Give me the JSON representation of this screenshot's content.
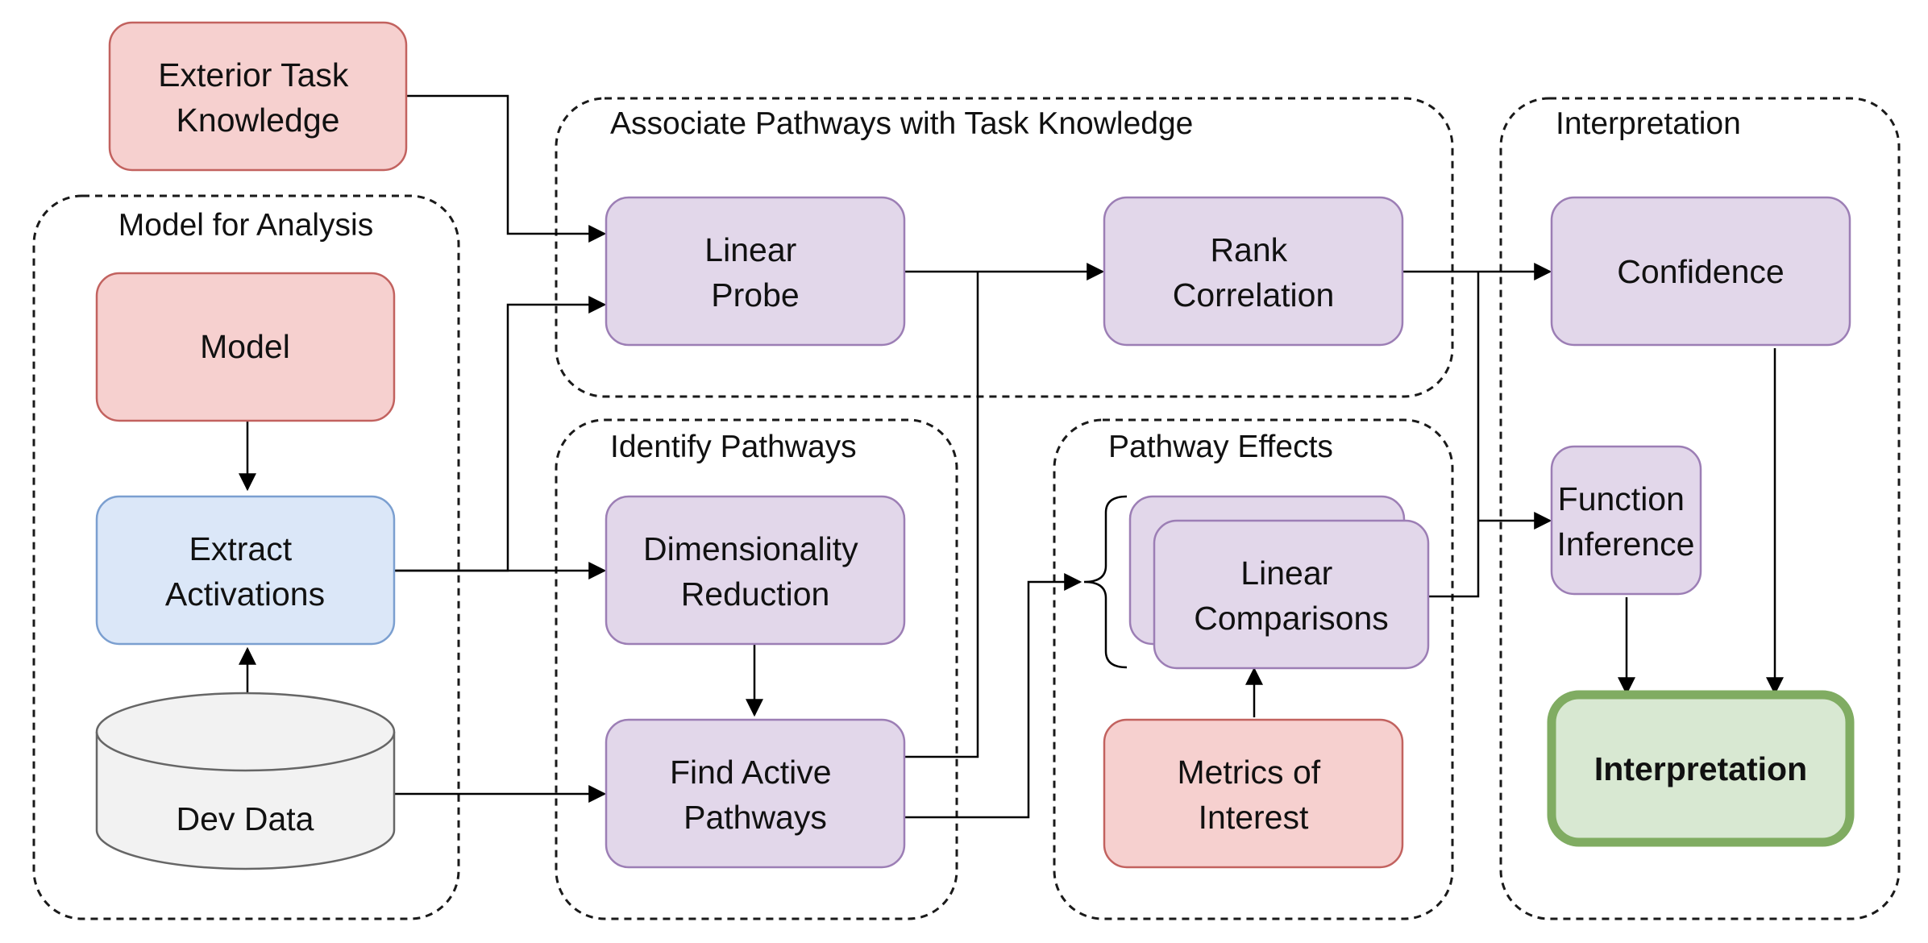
{
  "groups": {
    "model_for_analysis": "Model for Analysis",
    "associate": "Associate Pathways with Task Knowledge",
    "identify": "Identify Pathways",
    "effects": "Pathway Effects",
    "interpretation": "Interpretation"
  },
  "nodes": {
    "exterior_task_knowledge": [
      "Exterior Task",
      "Knowledge"
    ],
    "model": [
      "Model"
    ],
    "extract_activations": [
      "Extract",
      "Activations"
    ],
    "dev_data": [
      "Dev Data"
    ],
    "linear_probe": [
      "Linear",
      "Probe"
    ],
    "rank_correlation": [
      "Rank",
      "Correlation"
    ],
    "dimensionality_reduction": [
      "Dimensionality",
      "Reduction"
    ],
    "find_active_pathways": [
      "Find Active",
      "Pathways"
    ],
    "linear_comparisons": [
      "Linear",
      "Comparisons"
    ],
    "metrics_of_interest": [
      "Metrics of",
      "Interest"
    ],
    "confidence": [
      "Confidence"
    ],
    "function_inference": [
      "Function",
      "Inference"
    ],
    "interpretation": [
      "Interpretation"
    ]
  },
  "colors": {
    "input_red": "#f6d0cf",
    "process_purple": "#e2d7ea",
    "activation_blue": "#dbe7f8",
    "data_gray": "#f2f2f2",
    "output_green": "#d8e8d2",
    "output_green_border": "#80ac62"
  }
}
